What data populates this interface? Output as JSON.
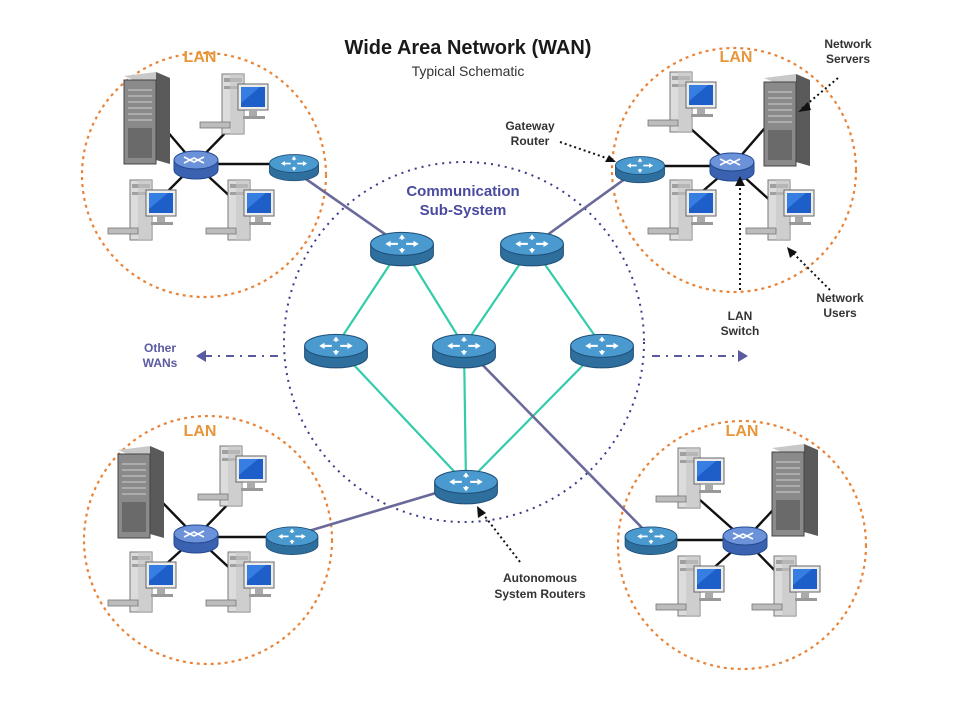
{
  "title": "Wide Area Network (WAN)",
  "subtitle": "Typical Schematic",
  "lan_label": "LAN",
  "comm_subsystem": {
    "line1": "Communication",
    "line2": "Sub-System"
  },
  "callouts": {
    "network_servers": {
      "line1": "Network",
      "line2": "Servers"
    },
    "gateway_router": {
      "line1": "Gateway",
      "line2": "Router"
    },
    "lan_switch": {
      "line1": "LAN",
      "line2": "Switch"
    },
    "network_users": {
      "line1": "Network",
      "line2": "Users"
    },
    "autonomous_routers": {
      "line1": "Autonomous",
      "line2": "System Routers"
    },
    "other_wans": {
      "line1": "Other",
      "line2": "WANs"
    }
  },
  "colors": {
    "lan_ring": "#e8843a",
    "lan_text": "#e8963a",
    "comm_ring": "#3a3a8c",
    "comm_text": "#4a4aa0",
    "mesh_link": "#33ccaa",
    "gateway_link": "#6a6a9a",
    "router": "#3d7fb0",
    "switch": "#4a78c8"
  },
  "icons": [
    "server-icon",
    "workstation-icon",
    "lan-switch-icon",
    "router-icon"
  ]
}
